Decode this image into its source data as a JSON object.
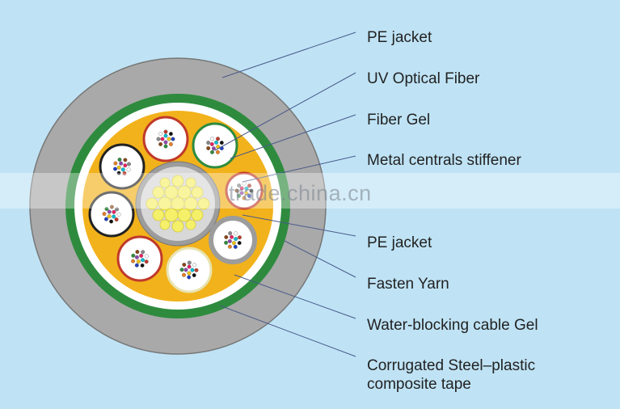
{
  "labels": [
    "PE jacket",
    "UV Optical Fiber",
    "Fiber Gel",
    "Metal centrals stiffener",
    "PE jacket",
    "Fasten Yarn",
    "Water-blocking cable Gel",
    "Corrugated Steel–plastic",
    "composite tape"
  ],
  "watermark": "trade.china.cn",
  "colors": {
    "background": "#bfe3f5",
    "outer_jacket": "#a9a9a9",
    "steel_tape": "#2e8b3e",
    "inner_jacket": "#ffffff",
    "gel_fill": "#f2b21b",
    "stiffener_tube": "#a9a9a9",
    "stiffener_wires": "#f5f06a",
    "leader_line": "#4a5a8a"
  }
}
